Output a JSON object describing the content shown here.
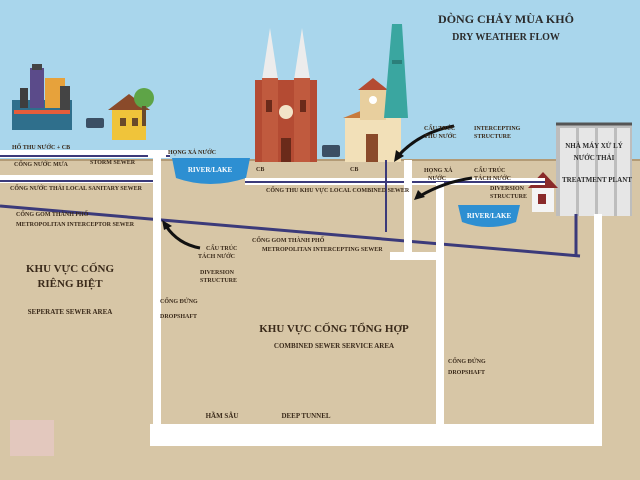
{
  "title_vi": "DÒNG CHẢY MÙA KHÔ",
  "title_en": "DRY WEATHER FLOW",
  "labels": {
    "cb_left": "HỐ THU NƯỚC + CB",
    "storm_vi": "CỐNG NƯỚC MƯA",
    "storm_en": "STORM SEWER",
    "local_sanitary": "CỐNG NƯỚC THẢI   LOCAL SANITARY SEWER",
    "metro_vi": "CỐNG GOM THÀNH PHỐ",
    "metro_en": "METROPOLITAN INTERCEPTOR SEWER",
    "outfall_left": "HỌNG XẢ NƯỚC",
    "river_left": "RIVER/LAKE",
    "cb_mid1": "CB",
    "cb_mid2": "CB",
    "local_combined": "CỐNG THU KHU VỰC   LOCAL COMBINED SEWER",
    "intercept_vi_1": "CẤU TRÚC",
    "intercept_vi_2": "THU NƯỚC",
    "intercept_en_1": "INTERCEPTING",
    "intercept_en_2": "STRUCTURE",
    "outfall_right_1": "HỌNG XẢ",
    "outfall_right_2": "NƯỚC",
    "div_right_vi_1": "CẤU TRÚC",
    "div_right_vi_2": "TÁCH NƯỚC",
    "div_right_en_1": "DIVERSION",
    "div_right_en_2": "STRUCTURE",
    "river_right": "RIVER/LAKE",
    "plant_1": "NHÀ MÁY XỬ LÝ",
    "plant_2": "NƯỚC THẢI",
    "plant_3": "TREATMENT PLANT",
    "div_left_1": "CẤU TRÚC",
    "div_left_2": "TÁCH NƯỚC",
    "div_left_3": "DIVERSION",
    "div_left_4": "STRUCTURE",
    "metro_int_vi": "CỐNG GOM THÀNH PHỐ",
    "metro_int_en": "METROPOLITAN INTERCEPTING SEWER",
    "separate_vi_1": "KHU VỰC CỐNG",
    "separate_vi_2": "RIÊNG BIỆT",
    "separate_en": "SEPERATE SEWER AREA",
    "dropshaft_left_vi": "CỐNG ĐỨNG",
    "dropshaft_left_en": "DROPSHAFT",
    "combined_vi": "KHU VỰC CỐNG TỔNG HỢP",
    "combined_en": "COMBINED SEWER SERVICE AREA",
    "dropshaft_right_vi": "CỐNG ĐỨNG",
    "dropshaft_right_en": "DROPSHAFT",
    "tunnel_vi": "HẦM SÂU",
    "tunnel_en": "DEEP TUNNEL"
  },
  "colors": {
    "sky": "#a9d6ec",
    "ground": "#d7c6a6",
    "pipe": "#ffffff",
    "sewer_line": "#3b3a7a",
    "water": "#2d8fd2"
  }
}
